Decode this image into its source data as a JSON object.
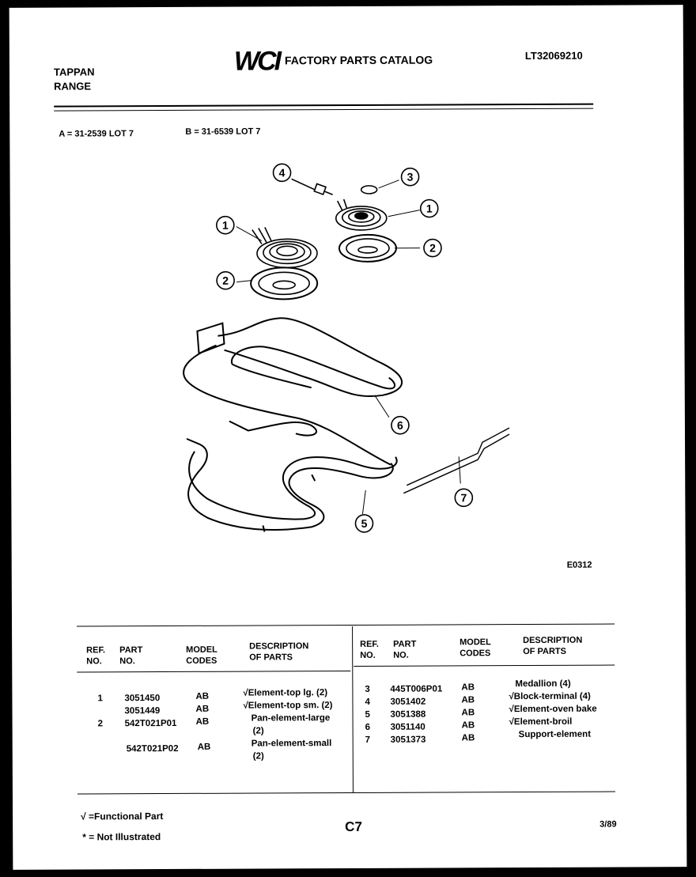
{
  "header": {
    "brand_line1": "TAPPAN",
    "brand_line2": "RANGE",
    "logo": "WCI",
    "catalog_title": "FACTORY PARTS CATALOG",
    "catalog_number": "LT32069210"
  },
  "lots": {
    "a": "A = 31-2539 LOT 7",
    "b": "B = 31-6539 LOT 7"
  },
  "diagram": {
    "callouts": [
      "4",
      "3",
      "1",
      "1",
      "2",
      "2",
      "6",
      "7",
      "5"
    ],
    "code": "E0312"
  },
  "table": {
    "headers": {
      "ref1": "REF.",
      "ref2": "NO.",
      "part1": "PART",
      "part2": "NO.",
      "model1": "MODEL",
      "model2": "CODES",
      "desc1": "DESCRIPTION",
      "desc2": "OF PARTS"
    },
    "left_rows": [
      {
        "ref": "1",
        "part": "3051450",
        "model": "AB",
        "desc": "√Element-top lg. (2)"
      },
      {
        "ref": "",
        "part": "3051449",
        "model": "AB",
        "desc": "√Element-top sm. (2)"
      },
      {
        "ref": "2",
        "part": "542T021P01",
        "model": "AB",
        "desc": "Pan-element-large",
        "desc2": "(2)"
      },
      {
        "ref": "",
        "part": "542T021P02",
        "model": "AB",
        "desc": "Pan-element-small",
        "desc2": "(2)"
      }
    ],
    "right_rows": [
      {
        "ref": "3",
        "part": "445T006P01",
        "model": "AB",
        "desc": "Medallion (4)"
      },
      {
        "ref": "4",
        "part": "3051402",
        "model": "AB",
        "desc": "√Block-terminal (4)"
      },
      {
        "ref": "5",
        "part": "3051388",
        "model": "AB",
        "desc": "√Element-oven bake"
      },
      {
        "ref": "6",
        "part": "3051140",
        "model": "AB",
        "desc": "√Element-broil"
      },
      {
        "ref": "7",
        "part": "3051373",
        "model": "AB",
        "desc": "Support-element"
      }
    ]
  },
  "footer": {
    "legend1": "√ =Functional Part",
    "legend2": "* = Not Illustrated",
    "page": "C7",
    "date": "3/89"
  }
}
